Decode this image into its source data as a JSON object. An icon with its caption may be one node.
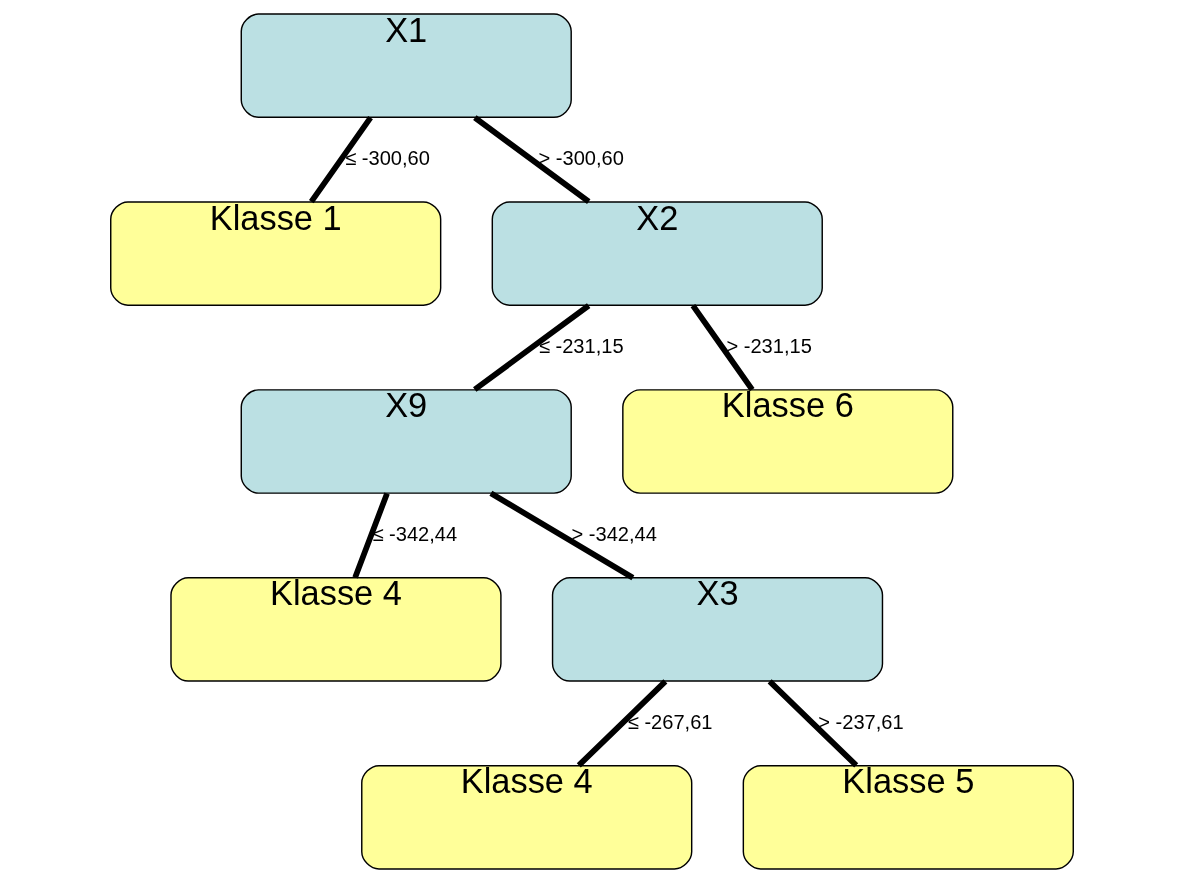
{
  "diagram": {
    "nodes": [
      {
        "text": [
          "X1"
        ]
      },
      {
        "text": [
          "Klasse 1"
        ]
      },
      {
        "text": [
          "X2"
        ]
      },
      {
        "text": [
          "X9"
        ]
      },
      {
        "text": [
          "Klasse 6"
        ]
      },
      {
        "text": [
          "Klasse 4"
        ]
      },
      {
        "text": [
          "X3"
        ]
      },
      {
        "text": [
          "Klasse 4"
        ]
      },
      {
        "text": [
          "Klasse 5"
        ]
      }
    ],
    "edges": [
      {
        "from": 0,
        "to": 1,
        "arrow": "none",
        "label": "≤ -300,60"
      },
      {
        "from": 0,
        "to": 2,
        "arrow": "none",
        "label": "> -300,60"
      },
      {
        "from": 2,
        "to": 3,
        "arrow": "none",
        "label": "≤ -231,15"
      },
      {
        "from": 2,
        "to": 4,
        "arrow": "none",
        "label": "> -231,15"
      },
      {
        "from": 3,
        "to": 5,
        "arrow": "none",
        "label": "≤ -342,44"
      },
      {
        "from": 3,
        "to": 6,
        "arrow": "none",
        "label": "> -342,44"
      },
      {
        "from": 6,
        "to": 7,
        "arrow": "none",
        "label": "≤ -267,61"
      },
      {
        "from": 6,
        "to": 8,
        "arrow": "none",
        "label": "> -237,61"
      }
    ]
  }
}
